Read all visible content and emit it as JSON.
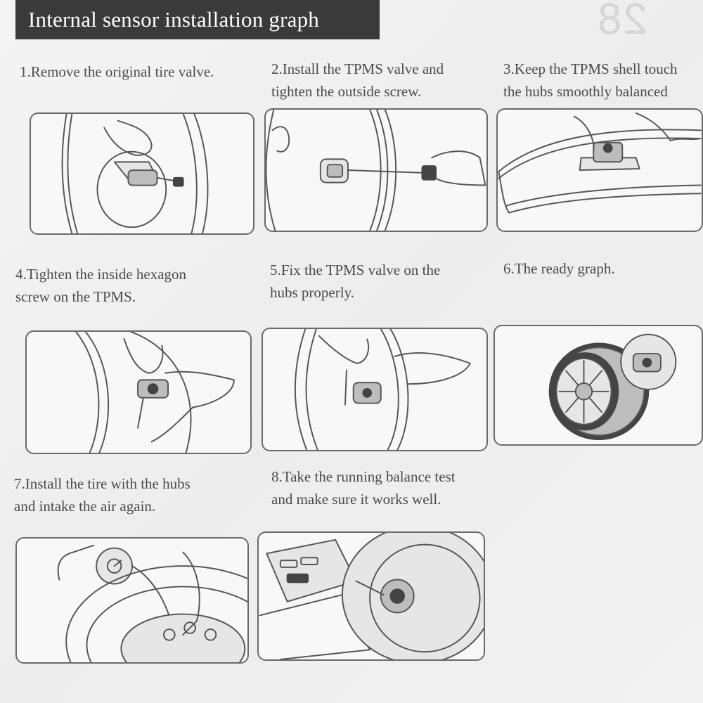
{
  "header": {
    "title": "Internal sensor installation graph"
  },
  "background_mark": "28",
  "steps": [
    {
      "line1": "1.Remove the original tire valve.",
      "line2": ""
    },
    {
      "line1": "2.Install the TPMS valve and",
      "line2": "tighten the outside screw."
    },
    {
      "line1": "3.Keep the TPMS shell touch",
      "line2": "the hubs smoothly balanced"
    },
    {
      "line1": "4.Tighten the inside hexagon",
      "line2": "screw on the TPMS."
    },
    {
      "line1": "5.Fix the TPMS valve on the",
      "line2": "hubs properly."
    },
    {
      "line1": "6.The ready graph.",
      "line2": ""
    },
    {
      "line1": "7.Install the tire with the hubs",
      "line2": "and intake the air again."
    },
    {
      "line1": "8.Take the running balance test",
      "line2": "and make sure it works well."
    }
  ],
  "illustrations": [
    "remove-valve-illustration",
    "install-valve-illustration",
    "shell-touch-illustration",
    "hexagon-screw-illustration",
    "fix-valve-illustration",
    "ready-wheel-illustration",
    "inflate-tire-illustration",
    "balance-test-illustration"
  ]
}
